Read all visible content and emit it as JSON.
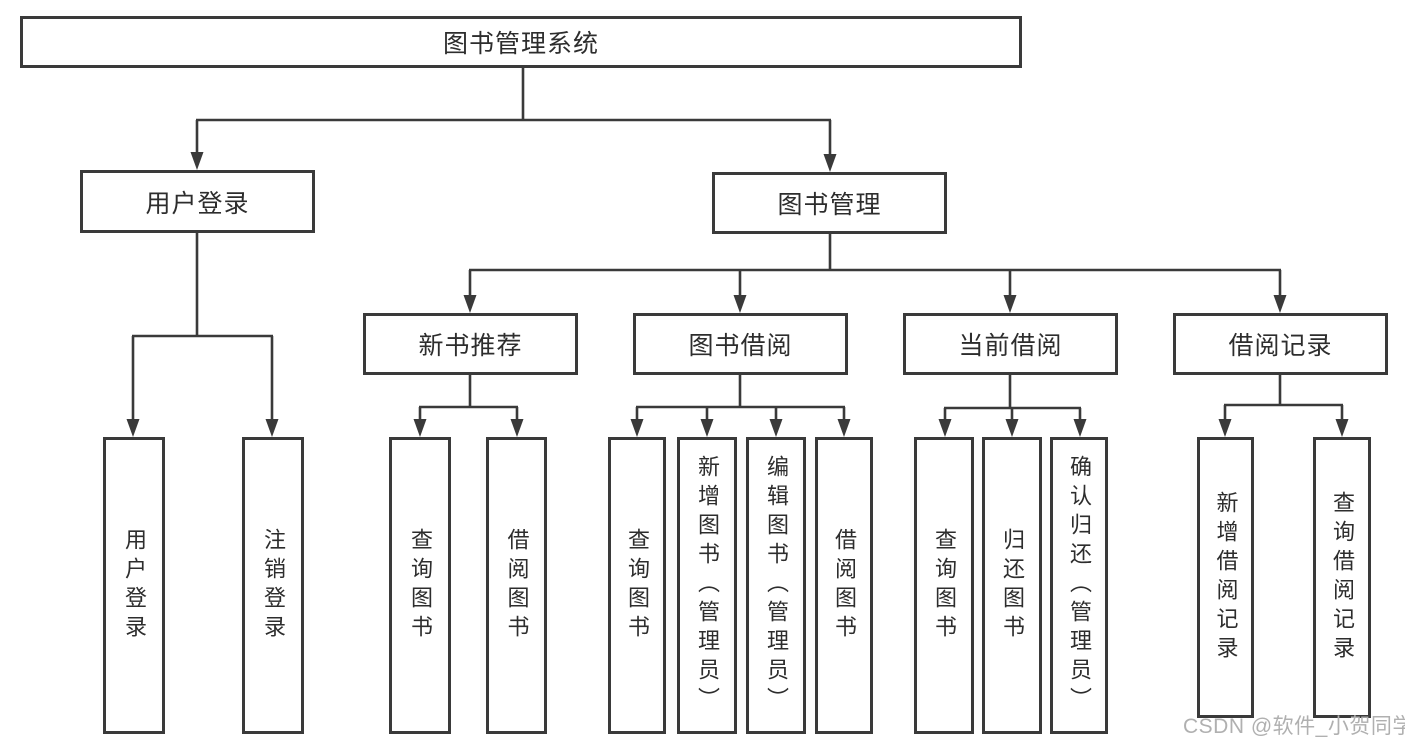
{
  "diagram": {
    "title_node": {
      "label": "图书管理系统"
    },
    "level2": [
      {
        "label": "用户登录"
      },
      {
        "label": "图书管理"
      }
    ],
    "level3": [
      {
        "label": "新书推荐"
      },
      {
        "label": "图书借阅"
      },
      {
        "label": "当前借阅"
      },
      {
        "label": "借阅记录"
      }
    ],
    "leaves": [
      {
        "parent": "用户登录",
        "label": "用户登录"
      },
      {
        "parent": "用户登录",
        "label": "注销登录"
      },
      {
        "parent": "新书推荐",
        "label": "查询图书"
      },
      {
        "parent": "新书推荐",
        "label": "借阅图书"
      },
      {
        "parent": "图书借阅",
        "label": "查询图书"
      },
      {
        "parent": "图书借阅",
        "label": "新增图书（管理员）"
      },
      {
        "parent": "图书借阅",
        "label": "编辑图书（管理员）"
      },
      {
        "parent": "图书借阅",
        "label": "借阅图书"
      },
      {
        "parent": "当前借阅",
        "label": "查询图书"
      },
      {
        "parent": "当前借阅",
        "label": "归还图书"
      },
      {
        "parent": "当前借阅",
        "label": "确认归还（管理员）"
      },
      {
        "parent": "借阅记录",
        "label": "新增借阅记录"
      },
      {
        "parent": "借阅记录",
        "label": "查询借阅记录"
      }
    ],
    "watermark": "CSDN @软件_小贺同学",
    "colors": {
      "line": "#3a3a3a",
      "box_border": "#3a3a3a",
      "text": "#2d2d2d",
      "watermark": "#b0b0b0",
      "background": "#ffffff"
    }
  }
}
